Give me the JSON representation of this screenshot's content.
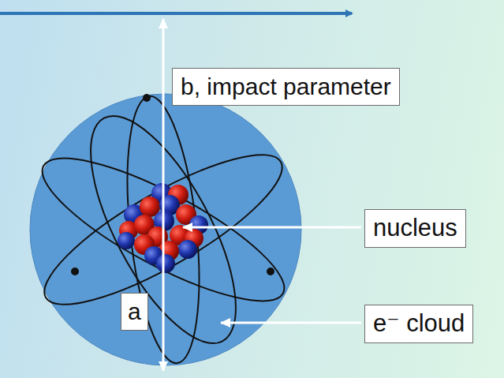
{
  "diagram": {
    "nodes": [
      {
        "text": [
          "b, impact parameter"
        ]
      },
      {
        "text": [
          "nucleus"
        ]
      },
      {
        "text": [
          "a"
        ]
      },
      {
        "text": [
          "e⁻ cloud"
        ]
      }
    ]
  }
}
